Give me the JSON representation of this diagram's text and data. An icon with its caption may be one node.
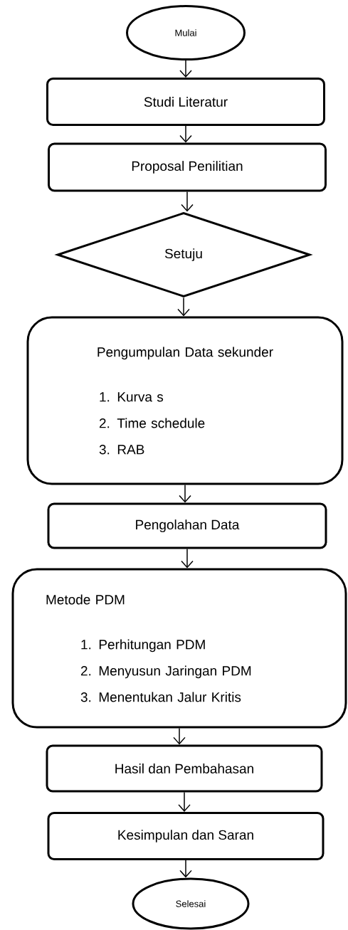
{
  "diagram": {
    "nodes": [
      {
        "text": [
          "Mulai"
        ]
      },
      {
        "text": [
          "Studi Literatur"
        ]
      },
      {
        "text": [
          "Proposal Penilitian"
        ]
      },
      {
        "text": [
          "Setuju"
        ]
      },
      {
        "text": [
          "Pengumpulan Data sekunder",
          "1. Kurva s",
          "2. Time schedule",
          "3. RAB"
        ]
      },
      {
        "text": [
          "Pengolahan Data"
        ]
      },
      {
        "text": [
          "Metode PDM",
          "1. Perhitungan PDM",
          "2. Menyusun Jaringan PDM",
          "3. Menentukan Jalur Kritis"
        ]
      },
      {
        "text": [
          "Hasil dan Pembahasan"
        ]
      },
      {
        "text": [
          "Kesimpulan dan Saran"
        ]
      },
      {
        "text": [
          "Selesai"
        ]
      }
    ],
    "edges": [
      {
        "from": 0,
        "to": 1,
        "arrow": "to"
      },
      {
        "from": 1,
        "to": 2,
        "arrow": "to"
      },
      {
        "from": 2,
        "to": 3,
        "arrow": "to"
      },
      {
        "from": 3,
        "to": 4,
        "arrow": "to"
      },
      {
        "from": 4,
        "to": 5,
        "arrow": "to"
      },
      {
        "from": 5,
        "to": 6,
        "arrow": "to"
      },
      {
        "from": 6,
        "to": 7,
        "arrow": "to"
      },
      {
        "from": 7,
        "to": 8,
        "arrow": "to"
      },
      {
        "from": 8,
        "to": 9,
        "arrow": "to"
      }
    ]
  }
}
